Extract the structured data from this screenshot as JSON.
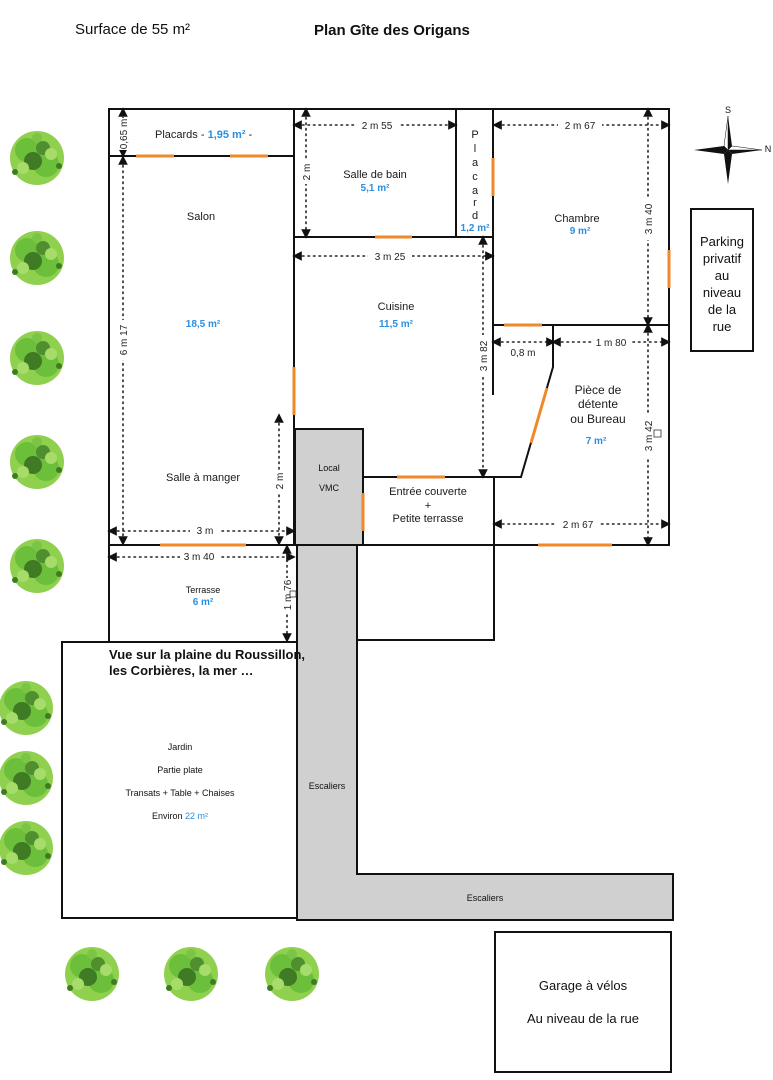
{
  "header": {
    "surface": "Surface de 55 m²",
    "title": "Plan Gîte des Origans"
  },
  "colors": {
    "wall": "#111111",
    "opening": "#ee8a2a",
    "area_text": "#2a8fe0",
    "stairs_fill": "#d0d0d0",
    "tree_light": "#8fd14f",
    "tree_mid": "#6cbf3a",
    "tree_dark": "#3f7a25"
  },
  "rooms": {
    "placards": {
      "name": "Placards - ",
      "area": "1,95 m²",
      "suffix": " -"
    },
    "salon": {
      "name": "Salon",
      "area": "18,5 m²"
    },
    "salle_a_manger": {
      "name": "Salle à manger"
    },
    "salle_de_bain": {
      "name": "Salle de bain",
      "area": "5,1 m²"
    },
    "placard": {
      "letters": [
        "P",
        "l",
        "a",
        "c",
        "a",
        "r",
        "d"
      ],
      "area": "1,2 m²"
    },
    "chambre": {
      "name": "Chambre",
      "area": "9 m²"
    },
    "cuisine": {
      "name": "Cuisine",
      "area": "11,5 m²"
    },
    "detente": {
      "line1": "Pièce de",
      "line2": "détente",
      "line3": "ou Bureau",
      "area": "7 m²"
    },
    "local_vmc": {
      "line1": "Local",
      "line2": "VMC"
    },
    "entree": {
      "line1": "Entrée couverte",
      "line2": "+",
      "line3": "Petite terrasse"
    },
    "terrasse": {
      "name": "Terrasse",
      "area": "6 m²"
    },
    "jardin": {
      "view_line1": "Vue sur la plaine du Roussillon,",
      "view_line2": "les Corbières, la mer …",
      "line1": "Jardin",
      "line2": "Partie plate",
      "line3": "Transats + Table + Chaises",
      "area_prefix": "Environ ",
      "area": "22 m²"
    },
    "escaliers_vertical": {
      "name": "Escaliers"
    },
    "escaliers_horizontal": {
      "name": "Escaliers"
    },
    "parking": {
      "lines": [
        "Parking",
        "privatif",
        "au",
        "niveau",
        "de la",
        "rue"
      ]
    },
    "garage": {
      "line1": "Garage à vélos",
      "line2": "Au niveau de la rue"
    }
  },
  "dimensions": {
    "placards_height": "0,65 m",
    "salle_de_bain_width": "2 m 55",
    "salle_de_bain_height": "2 m",
    "chambre_width": "2 m 67",
    "chambre_height": "3 m 40",
    "salon_height": "6 m 17",
    "cuisine_width": "3 m 25",
    "cuisine_height": "3 m 82",
    "corridor_width": "0,8 m",
    "detente_width_top": "1 m 80",
    "detente_height": "3 m 42",
    "detente_width_bottom": "2 m 67",
    "salle_a_manger_height": "2 m",
    "salle_a_manger_width": "3 m",
    "terrasse_width": "3 m 40",
    "terrasse_height": "1 m 76"
  },
  "compass": {
    "name": "compass-rose"
  },
  "trees": {
    "count": 11
  }
}
